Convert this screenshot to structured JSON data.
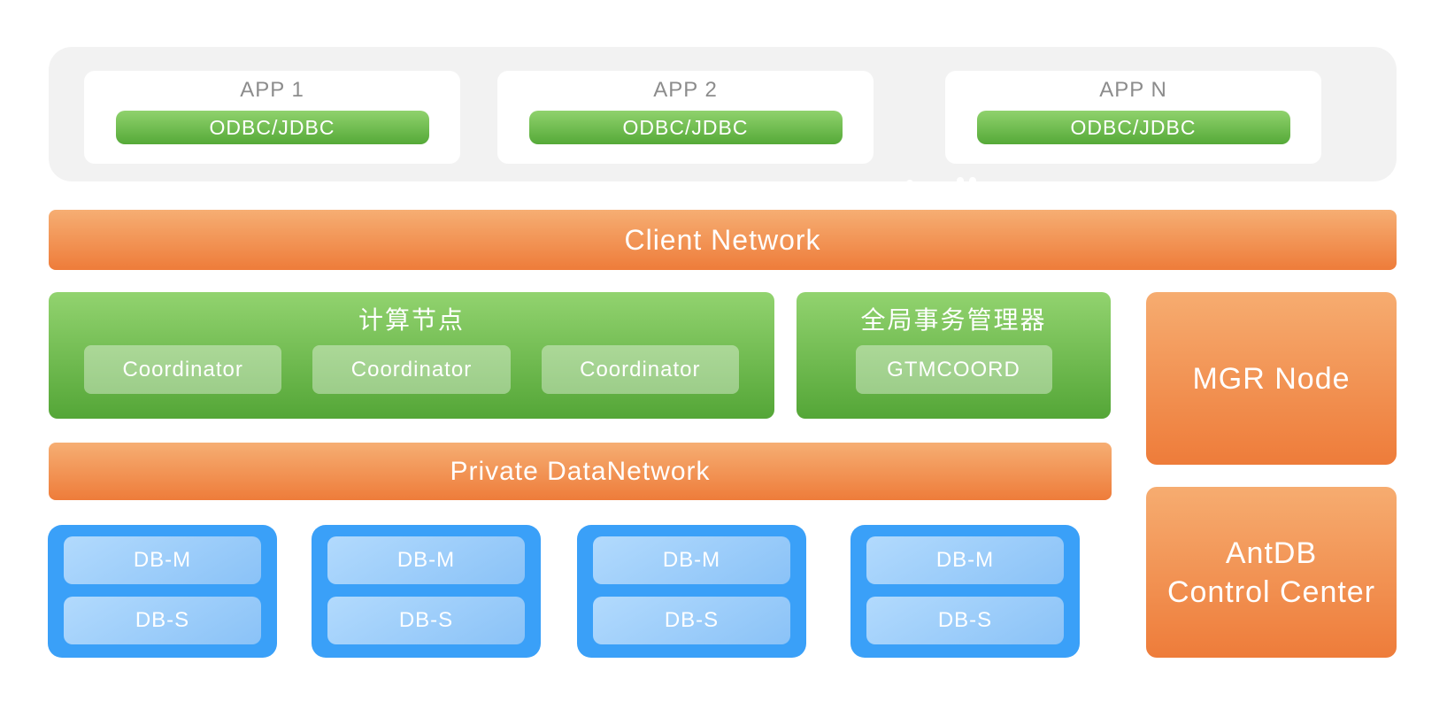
{
  "app_layer": {
    "apps": [
      {
        "title": "APP 1",
        "connector": "ODBC/JDBC"
      },
      {
        "title": "APP 2",
        "connector": "ODBC/JDBC"
      },
      {
        "title": "APP N",
        "connector": "ODBC/JDBC"
      }
    ]
  },
  "client_network": {
    "label": "Client Network"
  },
  "compute_node": {
    "title": "计算节点",
    "coordinators": [
      "Coordinator",
      "Coordinator",
      "Coordinator"
    ]
  },
  "gtm": {
    "title": "全局事务管理器",
    "node": "GTMCOORD"
  },
  "mgr_node": {
    "label": "MGR Node"
  },
  "private_network": {
    "label": "Private DataNetwork"
  },
  "db_groups": [
    {
      "master": "DB-M",
      "standby": "DB-S"
    },
    {
      "master": "DB-M",
      "standby": "DB-S"
    },
    {
      "master": "DB-M",
      "standby": "DB-S"
    },
    {
      "master": "DB-M",
      "standby": "DB-S"
    }
  ],
  "control_center": {
    "line1": "AntDB",
    "line2": "Control Center"
  },
  "colors": {
    "orange_top": "#F6AE73",
    "orange_bottom": "#EE7C3A",
    "green_top": "#92D36F",
    "green_bottom": "#54A637",
    "blue_outer": "#3AA0F8",
    "blue_inner_top": "#B2DAFD",
    "blue_inner_bottom": "#8AC2F7",
    "container_gray": "#F2F2F2",
    "app_title_gray": "#8C8C8C"
  }
}
